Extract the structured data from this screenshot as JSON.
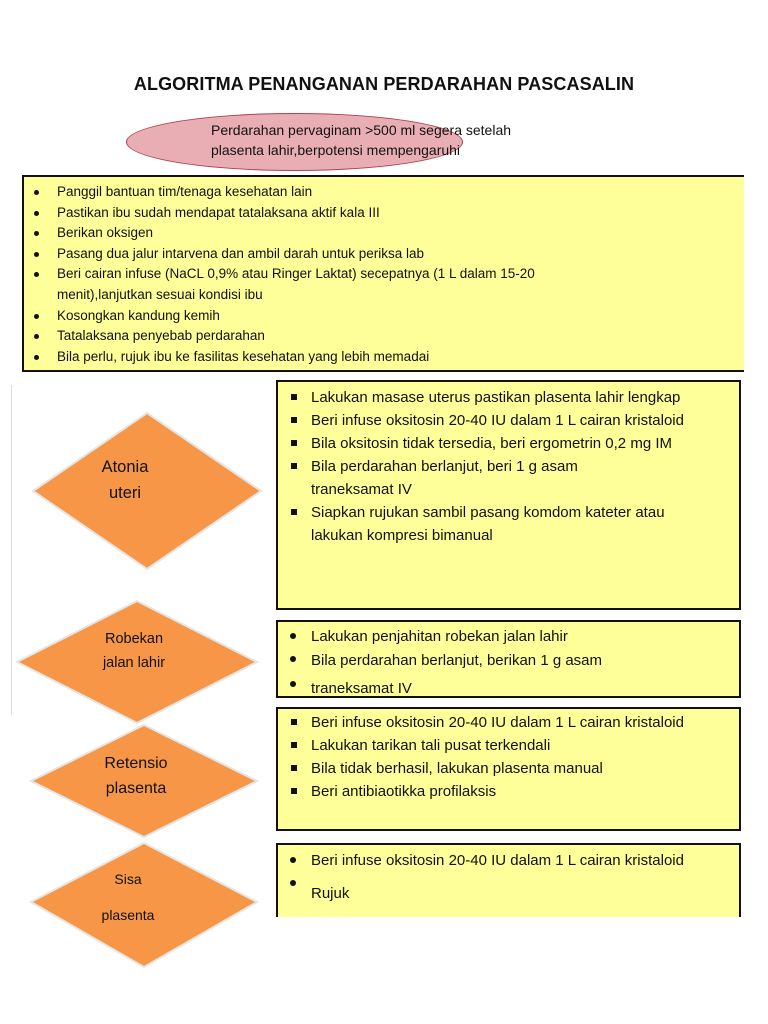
{
  "title": "ALGORITMA PENANGANAN PERDARAHAN PASCASALIN",
  "colors": {
    "ellipse": "#e8aeb4",
    "box": "#ffff99",
    "diamond": "#f79646"
  },
  "condition": {
    "line1": "Perdarahan pervaginam >500 ml segera setelah",
    "line2": "plasenta lahir,berpotensi mempengaruhi"
  },
  "general_steps": [
    "Panggil bantuan tim/tenaga kesehatan lain",
    "Pastikan ibu sudah mendapat tatalaksana aktif kala III",
    "Berikan oksigen",
    "Pasang dua jalur intarvena dan ambil darah untuk periksa lab",
    "Beri cairan infuse (NaCL 0,9% atau Ringer Laktat) secepatnya (1 L dalam 15-20 menit),lanjutkan sesuai kondisi ibu",
    "Kosongkan kandung kemih",
    "Tatalaksana penyebab perdarahan",
    "Bila perlu, rujuk ibu ke fasilitas kesehatan yang lebih memadai"
  ],
  "causes": [
    {
      "label_line1": "Atonia",
      "label_line2": "uteri",
      "steps": [
        "Lakukan masase uterus pastikan plasenta lahir lengkap",
        "Beri infuse oksitosin 20-40 IU dalam 1 L cairan kristaloid",
        "Bila oksitosin tidak tersedia, beri ergometrin 0,2 mg IM",
        "Bila perdarahan berlanjut, beri 1 g asam traneksamat IV",
        "Siapkan rujukan sambil pasang komdom kateter atau lakukan kompresi bimanual"
      ]
    },
    {
      "label_line1": "Robekan",
      "label_line2": "jalan lahir",
      "steps": [
        "Lakukan penjahitan robekan jalan lahir",
        "Bila perdarahan berlanjut, berikan 1 g asam",
        "traneksamat IV"
      ]
    },
    {
      "label_line1": "Retensio",
      "label_line2": "plasenta",
      "steps": [
        "Beri infuse oksitosin 20-40 IU dalam 1 L cairan kristaloid",
        "Lakukan tarikan tali pusat terkendali",
        "Bila tidak berhasil, lakukan plasenta manual",
        "Beri antibiaotikka profilaksis"
      ]
    },
    {
      "label_line1": "Sisa",
      "label_line2": "plasenta",
      "steps": [
        "Beri infuse oksitosin 20-40 IU dalam 1 L cairan kristaloid",
        "Rujuk"
      ]
    }
  ]
}
